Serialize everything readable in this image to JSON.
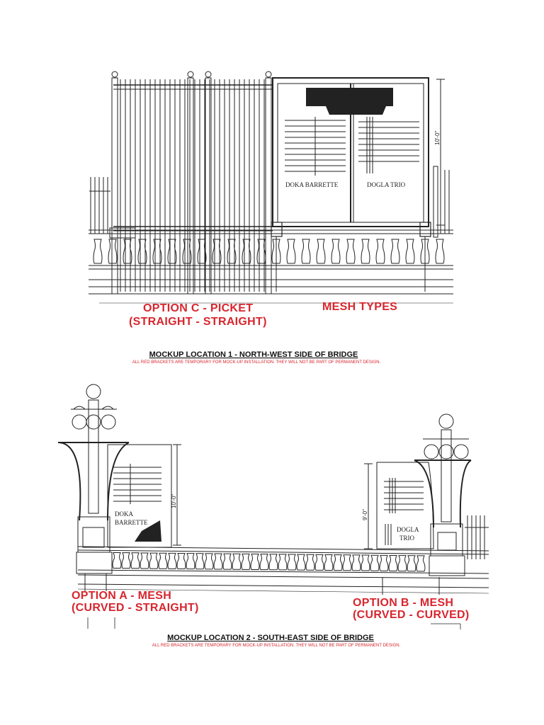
{
  "location1": {
    "heading": "MOCKUP LOCATION 1 - NORTH-WEST SIDE OF BRIDGE",
    "note": "ALL RED BRACKETS ARE TEMPORARY FOR MOCK-UP INSTALLATION. THEY WILL NOT BE PART OF PERMANENT DESIGN.",
    "option_label_line1": "OPTION C - PICKET",
    "option_label_line2": "(STRAIGHT - STRAIGHT)",
    "mesh_types_label": "MESH TYPES",
    "mesh_left_label": "DOKA BARRETTE",
    "mesh_right_label": "DOGLA TRIO",
    "dimension": "10'-0\""
  },
  "location2": {
    "heading": "MOCKUP LOCATION 2 - SOUTH-EAST SIDE OF BRIDGE",
    "note": "ALL RED BRACKETS ARE TEMPORARY FOR MOCK-UP INSTALLATION. THEY WILL NOT BE PART OF PERMANENT DESIGN.",
    "option_a_line1": "OPTION A - MESH",
    "option_a_line2": "(CURVED - STRAIGHT)",
    "option_b_line1": "OPTION B - MESH",
    "option_b_line2": "(CURVED - CURVED)",
    "mesh_a_line1": "DOKA",
    "mesh_a_line2": "BARRETTE",
    "mesh_b_line1": "DOGLA",
    "mesh_b_line2": "TRIO",
    "dimension_a": "10'-0\"",
    "dimension_b": "9'-0\""
  },
  "colors": {
    "label_red": "#d7262e",
    "line": "#222222"
  }
}
